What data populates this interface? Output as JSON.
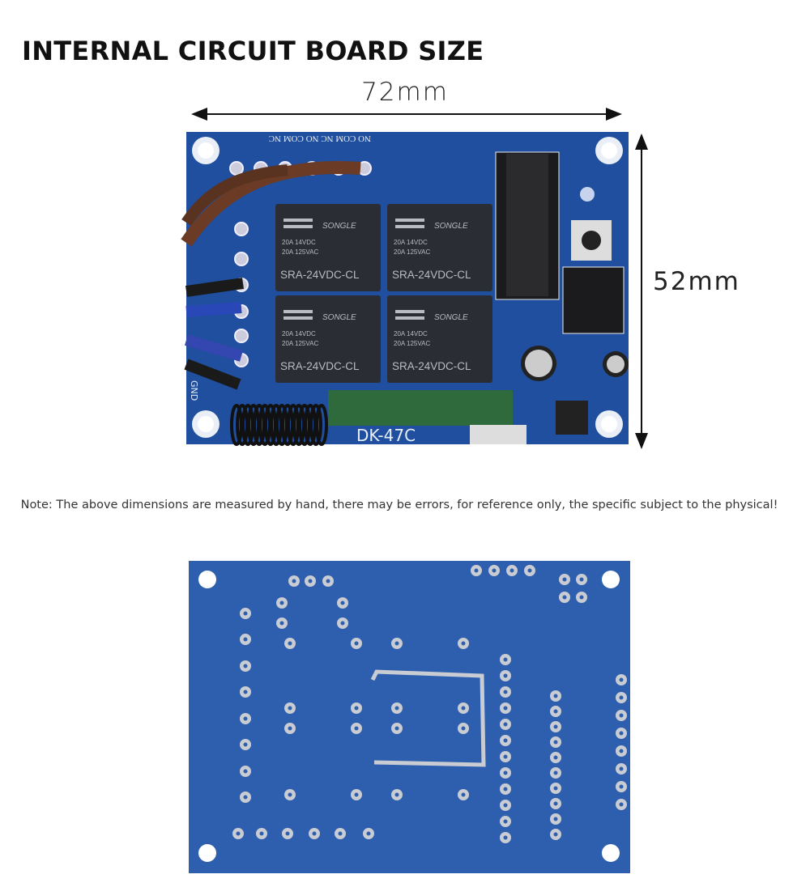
{
  "title": "INTERNAL CIRCUIT BOARD SIZE",
  "dimensions": {
    "width": "72mm",
    "height": "52mm"
  },
  "note": "Note: The above dimensions are measured by hand, there may be errors, for reference only, the specific subject to the physical!",
  "board_markings": {
    "terminal_labels": "NO COM NC NO COM NC",
    "relay_brand": "SONGLE",
    "relay_rating_1": "20A 14VDC",
    "relay_rating_2": "20A 125VAC",
    "relay_model": "SRA-24VDC-CL",
    "module_label": "DK-47C",
    "side_label": "GND"
  },
  "colors": {
    "pcb": "#1f4f9e",
    "pcb_back": "#2d5fae",
    "relay": "#2a2d33"
  }
}
